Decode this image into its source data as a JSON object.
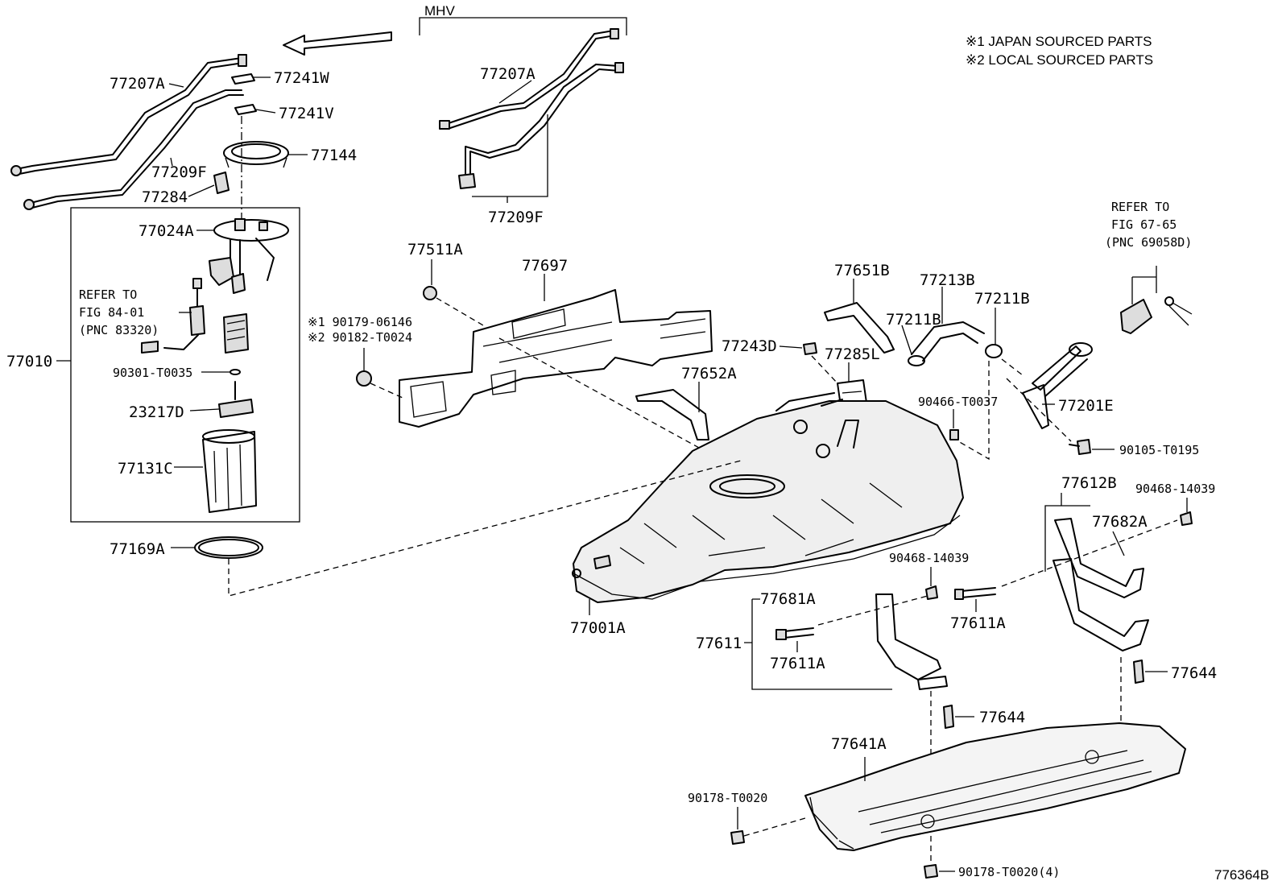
{
  "notes": {
    "mhv": "MHV",
    "note1": "※1 JAPAN SOURCED PARTS",
    "note2": "※2 LOCAL SOURCED PARTS",
    "figure_id": "776364B"
  },
  "labels": {
    "p77207A_left": "77207A",
    "p77241W": "77241W",
    "p77241V": "77241V",
    "p77144": "77144",
    "p77209F_left": "77209F",
    "p77284": "77284",
    "p77024A": "77024A",
    "refer_pump_1": "REFER TO",
    "refer_pump_2": "FIG 84-01",
    "refer_pump_3": "(PNC 83320)",
    "p77010": "77010",
    "p90301": "90301-T0035",
    "p23217D": "23217D",
    "p77131C": "77131C",
    "p77169A": "77169A",
    "p77207A_right": "77207A",
    "p77209F_right": "77209F",
    "p77511A": "77511A",
    "p77697": "77697",
    "p90179": "※1 90179-06146",
    "p90182": "※2 90182-T0024",
    "p77651B": "77651B",
    "p77213B": "77213B",
    "p77211B_a": "77211B",
    "p77211B_b": "77211B",
    "p77243D": "77243D",
    "p77285L": "77285L",
    "p77652A": "77652A",
    "p90466": "90466-T0037",
    "p77201E": "77201E",
    "refer_cap_1": "REFER TO",
    "refer_cap_2": "FIG 67-65",
    "refer_cap_3": "(PNC 69058D)",
    "p90105": "90105-T0195",
    "p77612B": "77612B",
    "p90468_right": "90468-14039",
    "p77682A": "77682A",
    "p90468_mid": "90468-14039",
    "p77681A": "77681A",
    "p77611A_right": "77611A",
    "p77611": "77611",
    "p77611A_left": "77611A",
    "p77001A": "77001A",
    "p77644_right": "77644",
    "p77644_mid": "77644",
    "p77641A": "77641A",
    "p90178_left": "90178-T0020",
    "p90178_bottom": "90178-T0020(4)"
  }
}
